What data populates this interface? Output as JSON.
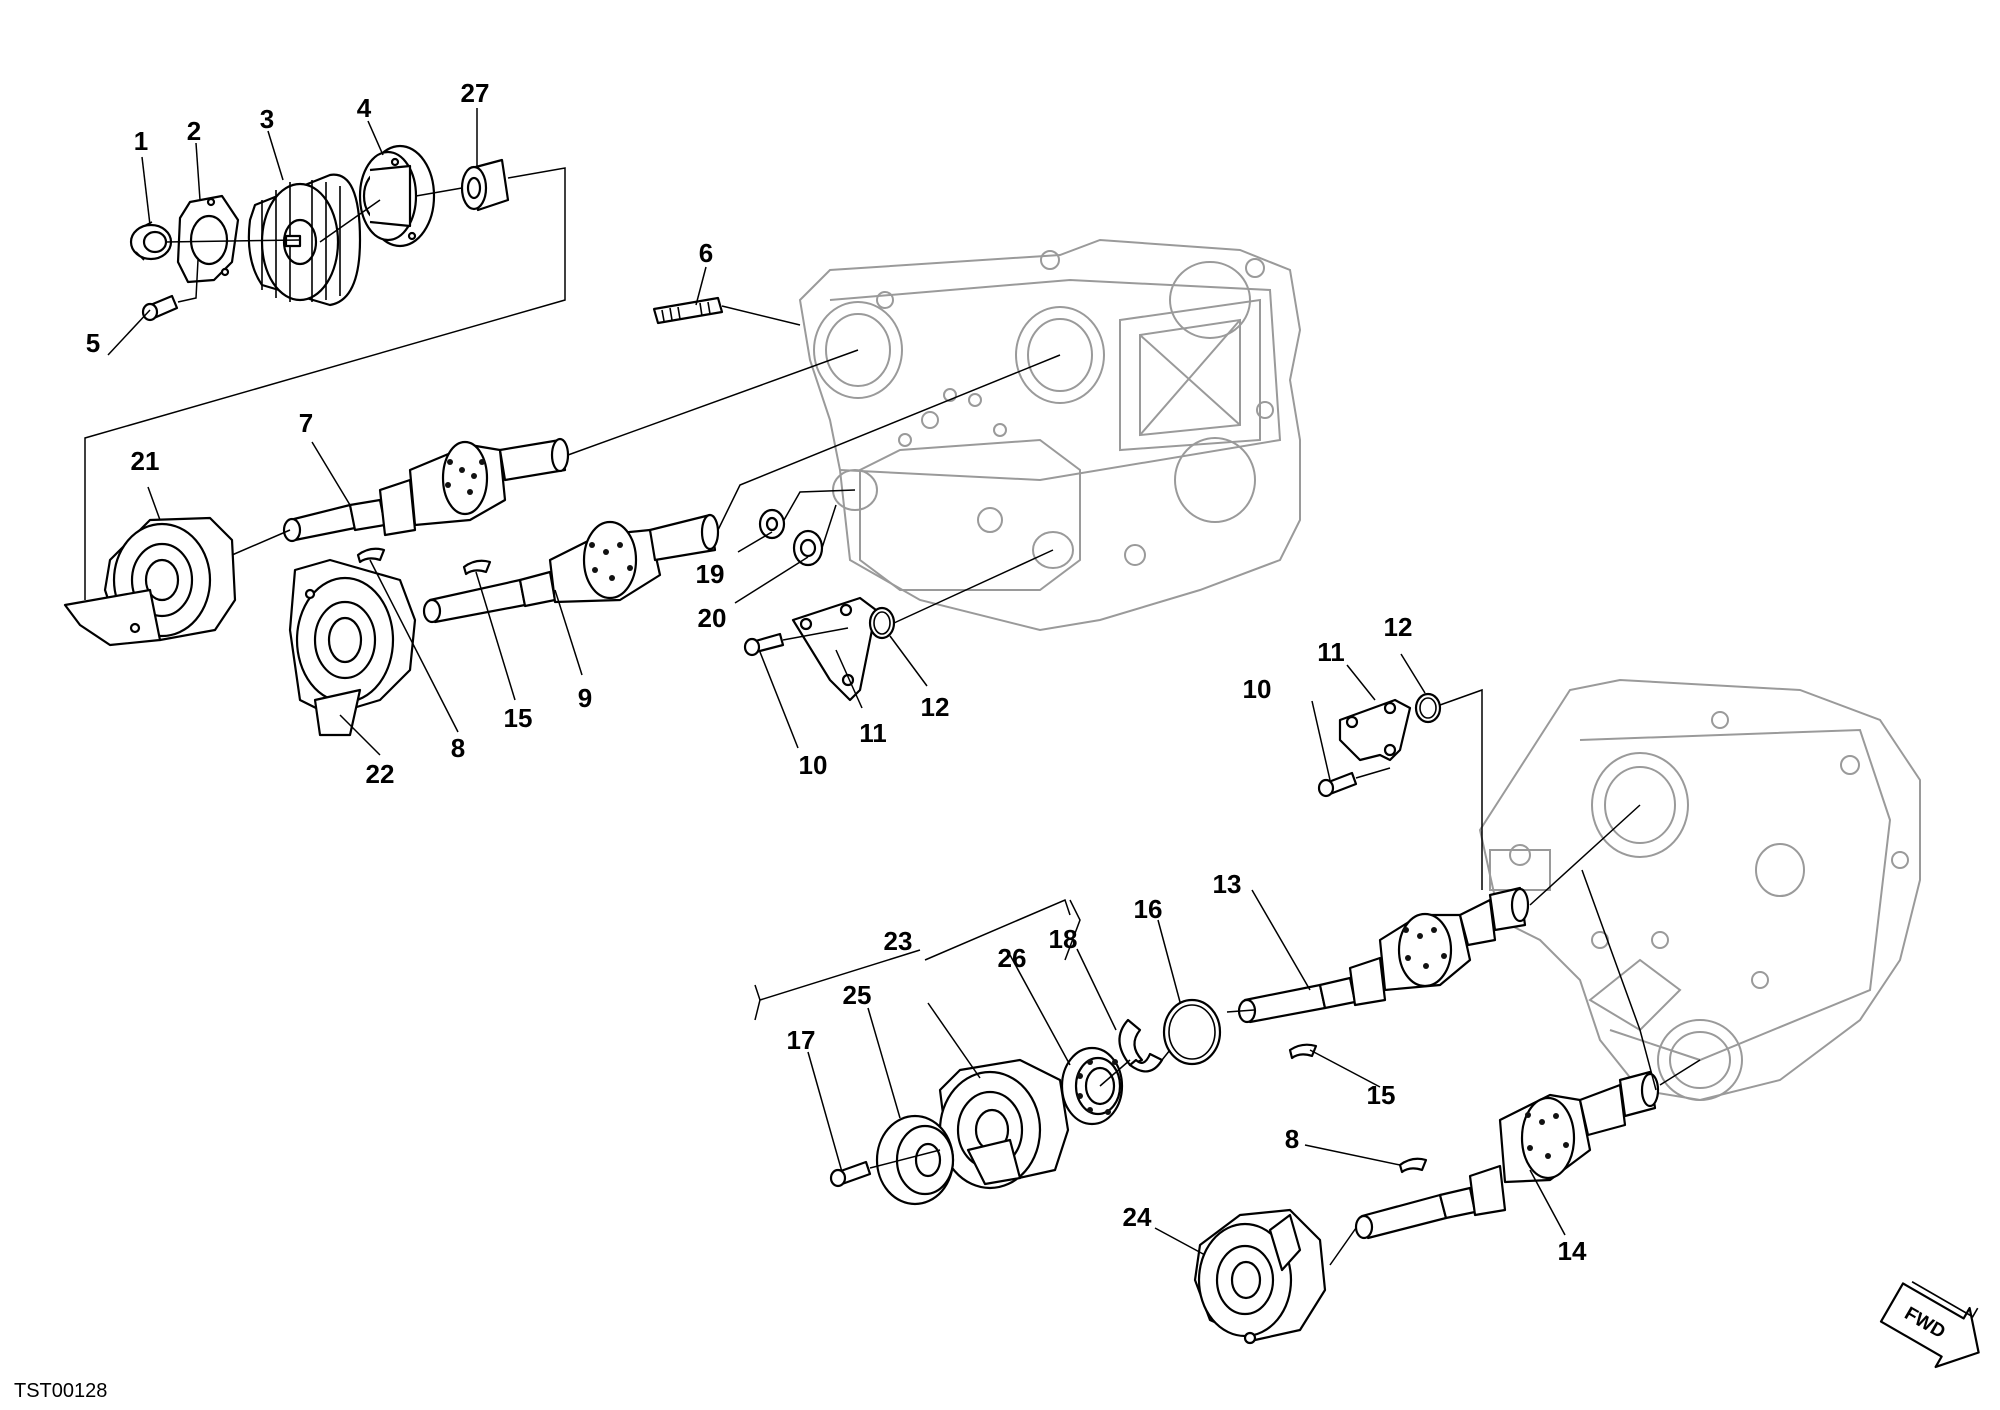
{
  "callouts": {
    "p1": "1",
    "p2": "2",
    "p3": "3",
    "p4": "4",
    "p5": "5",
    "p6": "6",
    "p7": "7",
    "p8a": "8",
    "p8b": "8",
    "p9": "9",
    "p10a": "10",
    "p10b": "10",
    "p11a": "11",
    "p11b": "11",
    "p12a": "12",
    "p12b": "12",
    "p13": "13",
    "p14": "14",
    "p15a": "15",
    "p15b": "15",
    "p16": "16",
    "p17": "17",
    "p18": "18",
    "p19": "19",
    "p20": "20",
    "p21": "21",
    "p22": "22",
    "p23": "23",
    "p24": "24",
    "p25": "25",
    "p26": "26",
    "p27": "27"
  },
  "figure_id": "TST00128",
  "direction_label": "FWD"
}
